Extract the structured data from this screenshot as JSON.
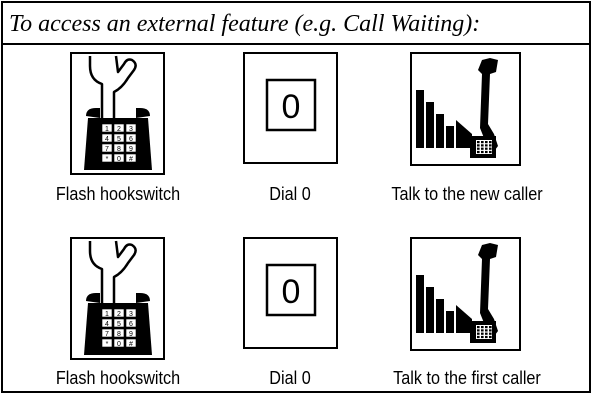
{
  "title": "To access an external feature (e.g. Call Waiting):",
  "keypad_keys": [
    "1",
    "2",
    "3",
    "4",
    "5",
    "6",
    "7",
    "8",
    "9",
    "*",
    "0",
    "#"
  ],
  "rows": [
    {
      "steps": [
        {
          "icon": "hand-on-phone-hookswitch-icon",
          "caption": "Flash hookswitch"
        },
        {
          "icon": "dial-zero-key-icon",
          "digit": "0",
          "caption": "Dial 0"
        },
        {
          "icon": "handset-talk-icon",
          "caption": "Talk to the new caller"
        }
      ]
    },
    {
      "steps": [
        {
          "icon": "hand-on-phone-hookswitch-icon",
          "caption": "Flash hookswitch"
        },
        {
          "icon": "dial-zero-key-icon",
          "digit": "0",
          "caption": "Dial 0"
        },
        {
          "icon": "handset-talk-icon",
          "caption": "Talk to the first caller"
        }
      ]
    }
  ]
}
